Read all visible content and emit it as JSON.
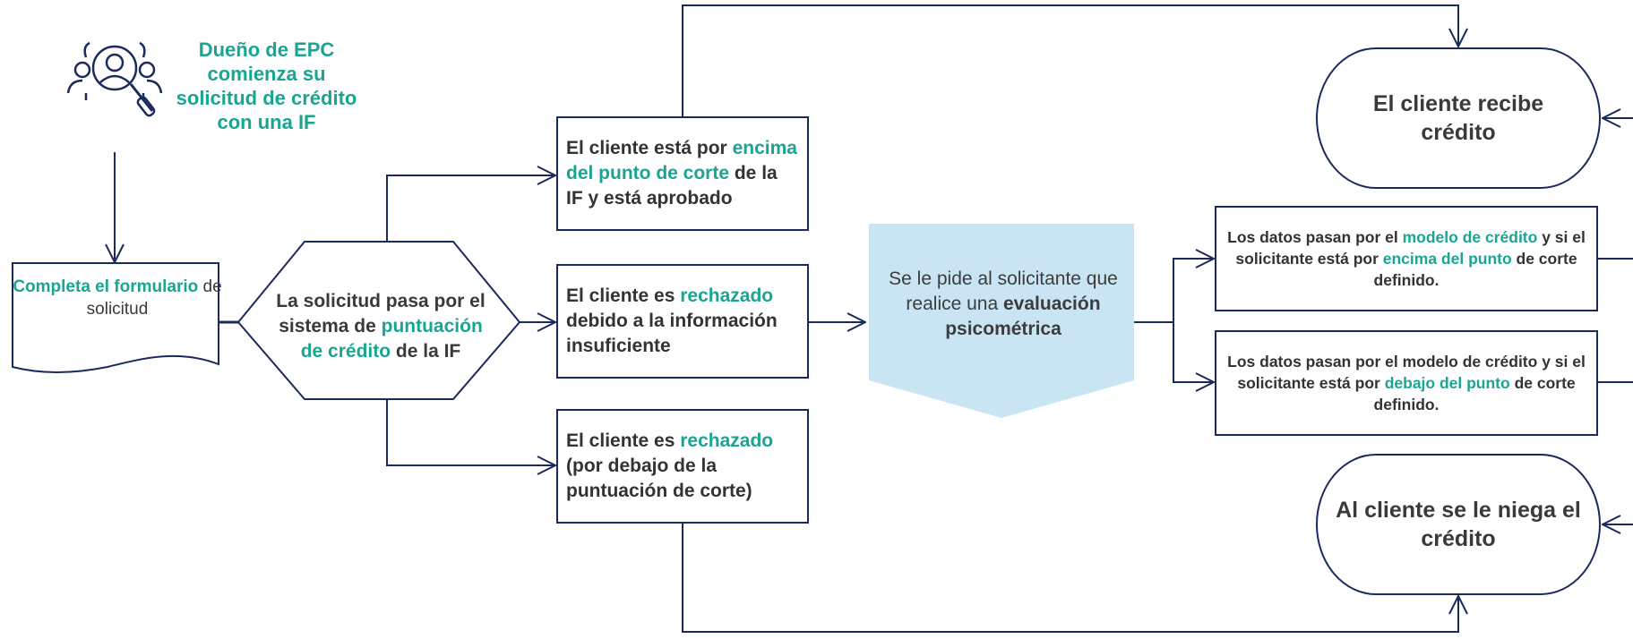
{
  "colors": {
    "navy": "#1b2a5c",
    "teal": "#1aa592",
    "light_blue": "#c9e5f4",
    "text": "#333333"
  },
  "icon": "person-search-icon",
  "start": {
    "title": "Dueño de EPC comienza su solicitud de crédito con una IF"
  },
  "form": {
    "highlight": "Completa el formulario",
    "rest": " de solicitud"
  },
  "scoring": {
    "pre": "La solicitud pasa por el sistema de ",
    "highlight": "puntuación de crédito",
    "post": " de la IF"
  },
  "approved": {
    "pre": "El cliente está por ",
    "highlight": "encima del punto de corte",
    "post": " de la IF y está aprobado"
  },
  "insufficient": {
    "pre": "El cliente es ",
    "highlight": "rechazado",
    "post": " debido a la información insuficiente"
  },
  "below_cutoff": {
    "pre": "El cliente es ",
    "highlight": "rechazado",
    "post": " (por debajo de la puntuación de corte)"
  },
  "psychometric": {
    "pre": "Se le pide al solicitante que realice una ",
    "bold": "evaluación psicométrica"
  },
  "model_above": {
    "t1": "Los datos pasan por el ",
    "h1": "modelo de crédito",
    "t2": " y si el solicitante está por ",
    "h2": "encima del punto",
    "t3": " de corte definido."
  },
  "model_below": {
    "t1": "Los datos pasan por el modelo de crédito y si el solicitante está por ",
    "h1": "debajo del punto",
    "t2": " de corte definido."
  },
  "receives": {
    "label": "El cliente recibe crédito"
  },
  "denied": {
    "label": "Al cliente se le niega el crédito"
  }
}
